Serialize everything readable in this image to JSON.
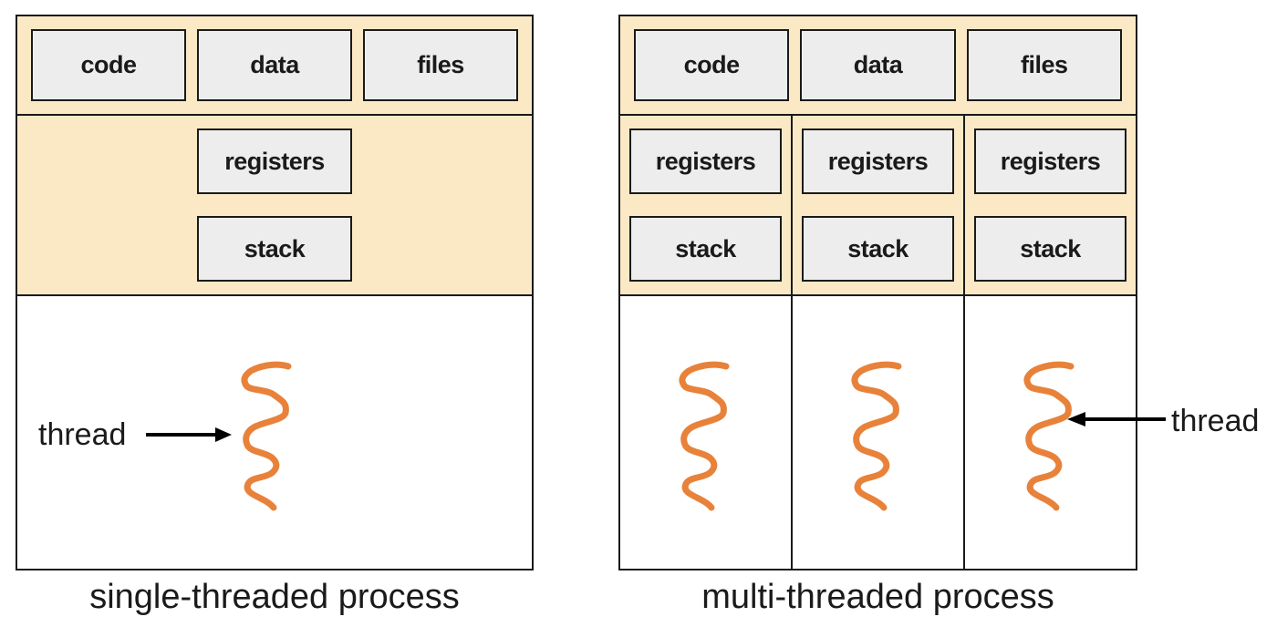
{
  "left_diagram": {
    "caption": "single-threaded process",
    "memory_cells": [
      "code",
      "data",
      "files"
    ],
    "registers_label": "registers",
    "stack_label": "stack",
    "thread_label": "thread"
  },
  "right_diagram": {
    "caption": "multi-threaded process",
    "memory_cells": [
      "code",
      "data",
      "files"
    ],
    "columns": [
      {
        "registers_label": "registers",
        "stack_label": "stack"
      },
      {
        "registers_label": "registers",
        "stack_label": "stack"
      },
      {
        "registers_label": "registers",
        "stack_label": "stack"
      }
    ],
    "thread_label": "thread"
  },
  "colors": {
    "section_cream": "#fbe9c5",
    "cell_gray": "#ededed",
    "border_black": "#1a1a1a",
    "thread_orange": "#e8823a",
    "background": "#ffffff"
  }
}
